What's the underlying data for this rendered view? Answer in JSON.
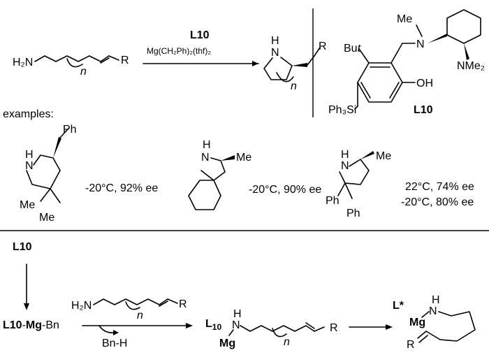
{
  "reaction": {
    "substrate": {
      "h2n": "H₂N",
      "r": "R",
      "n": "n"
    },
    "catalyst": "L10",
    "reagent": "Mg(CH₂Ph)₂(thf)₂",
    "product": {
      "nh": "NH",
      "n_h": "H",
      "n_n": "N",
      "r": "R",
      "n": "n"
    }
  },
  "ligand": {
    "name": "L10",
    "labels": {
      "but": "Bu",
      "t": "t",
      "me": "Me",
      "n": "N",
      "nme2": "NMe₂",
      "oh": "OH",
      "ph3si": "Ph₃Si"
    }
  },
  "examples": {
    "heading": "examples:",
    "items": [
      {
        "id": "ex1",
        "conditions": [
          "-20°C, 92% ee"
        ],
        "labels": {
          "h": "H",
          "n": "N",
          "ph": "Ph",
          "me1": "Me",
          "me2": "Me"
        }
      },
      {
        "id": "ex2",
        "conditions": [
          "-20°C, 90% ee"
        ],
        "labels": {
          "h": "H",
          "n": "N",
          "me": "Me"
        }
      },
      {
        "id": "ex3",
        "conditions": [
          "22°C, 74% ee",
          "-20°C, 80% ee"
        ],
        "labels": {
          "h": "H",
          "n": "N",
          "me": "Me",
          "ph1": "Ph",
          "ph2": "Ph"
        }
      }
    ]
  },
  "mechanism": {
    "start": "L10",
    "complex": {
      "l10": "L10",
      "dash": "-",
      "mg": "Mg",
      "bn": "-Bn"
    },
    "byproduct": "Bn-H",
    "substrate": {
      "h2n": "H₂N",
      "r": "R",
      "n": "n"
    },
    "amide": {
      "l": "L",
      "sub": "10",
      "mg": "Mg",
      "n": "N",
      "h": "H",
      "r": "R",
      "n2": "n"
    },
    "ts": {
      "lstar": "L*",
      "mg": "Mg",
      "n": "N",
      "h": "H",
      "r": "R"
    }
  }
}
